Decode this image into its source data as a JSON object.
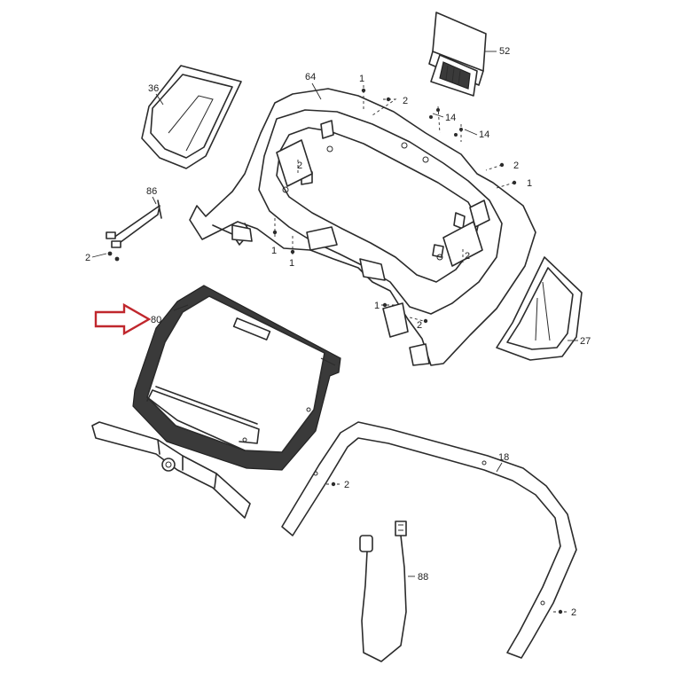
{
  "callouts": {
    "p52": "52",
    "p64": "64",
    "p36": "36",
    "p2a": "2",
    "p14a": "14",
    "p14b": "14",
    "p2b": "2",
    "p1a": "1",
    "p86": "86",
    "p2c": "2",
    "p2d": "2",
    "p1b": "1",
    "p1c": "1",
    "p2e": "2",
    "p80": "80",
    "p1d": "1",
    "p1e": "1",
    "p27": "27",
    "p18": "18",
    "p2f": "2",
    "p88": "88",
    "p2g": "2",
    "p2h": "2"
  },
  "highlight_color": "#c0272d"
}
